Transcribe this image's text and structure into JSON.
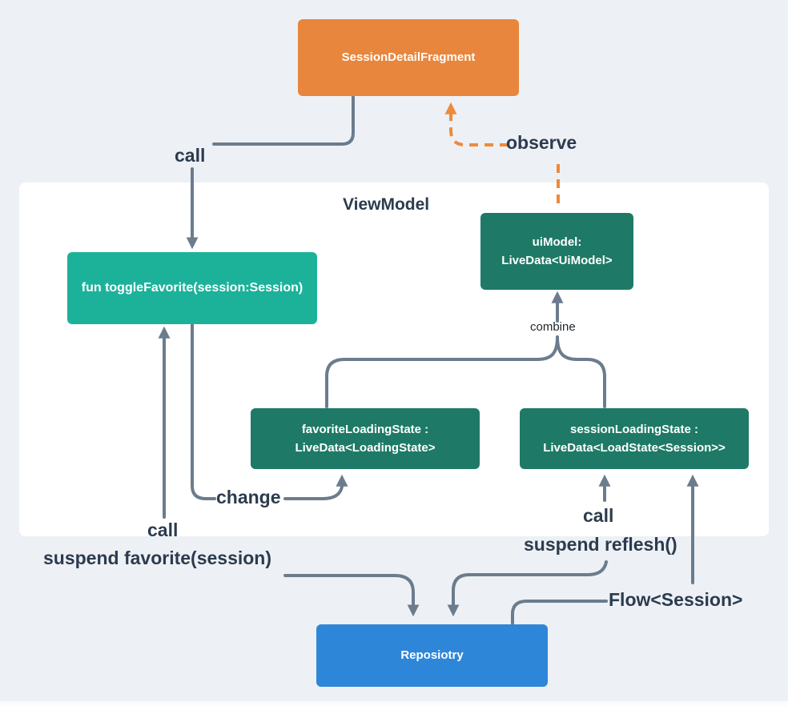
{
  "colors": {
    "background": "#edf1f5",
    "panel": "#ffffff",
    "orange": "#e8863d",
    "teal": "#1cb29a",
    "green": "#1e7a66",
    "blue": "#2e86d8",
    "line": "#6b7c8e",
    "label": "#2c3b4e",
    "observe_dash": "#ee8a3b"
  },
  "panel": {
    "title": "ViewModel"
  },
  "nodes": {
    "fragment": {
      "label": "SessionDetailFragment"
    },
    "toggle_favorite": {
      "label": "fun toggleFavorite(session:Session)"
    },
    "ui_model": {
      "line1": "uiModel:",
      "line2": "LiveData<UiModel>"
    },
    "favorite_loading": {
      "line1": "favoriteLoadingState :",
      "line2": "LiveData<LoadingState>"
    },
    "session_loading": {
      "line1": "sessionLoadingState :",
      "line2": "LiveData<LoadState<Session>>"
    },
    "repository": {
      "label": "Reposiotry"
    }
  },
  "labels": {
    "call_top": "call",
    "observe": "observe",
    "combine": "combine",
    "change": "change",
    "call_left": "call",
    "suspend_favorite": "suspend favorite(session)",
    "call_right": "call",
    "suspend_reflesh": "suspend reflesh()",
    "flow_session": "Flow<Session>"
  }
}
